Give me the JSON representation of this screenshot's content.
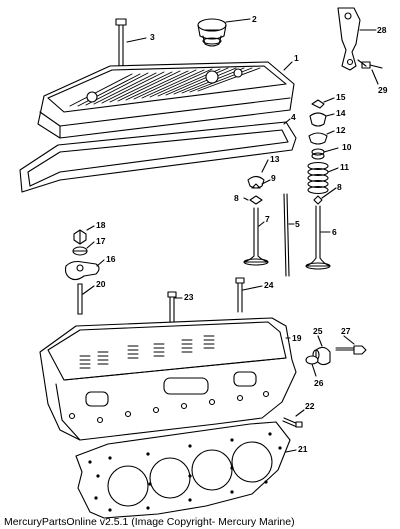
{
  "diagram": {
    "callouts": [
      "1",
      "2",
      "3",
      "4",
      "5",
      "6",
      "7",
      "8",
      "8",
      "9",
      "10",
      "11",
      "12",
      "13",
      "14",
      "15",
      "16",
      "17",
      "18",
      "19",
      "20",
      "21",
      "22",
      "23",
      "24",
      "25",
      "26",
      "27",
      "28",
      "29"
    ]
  },
  "caption": "MercuryPartsOnline v2.5.1 (Image Copyright- Mercury Marine)"
}
